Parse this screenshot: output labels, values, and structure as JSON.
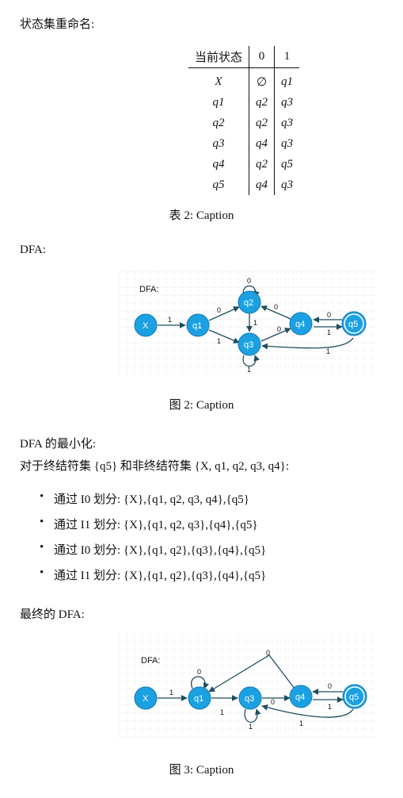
{
  "sections": {
    "rename_heading": "状态集重命名:",
    "dfa_heading": "DFA:",
    "min_heading": "DFA 的最小化:",
    "min_intro": "对于终结符集 {q5} 和非终结符集 {X, q1, q2, q3, q4}:",
    "final_heading": "最终的 DFA:"
  },
  "table": {
    "headers": [
      "当前状态",
      "0",
      "1"
    ],
    "rows": [
      [
        "X",
        "∅",
        "q1"
      ],
      [
        "q1",
        "q2",
        "q3"
      ],
      [
        "q2",
        "q2",
        "q3"
      ],
      [
        "q3",
        "q4",
        "q3"
      ],
      [
        "q4",
        "q2",
        "q5"
      ],
      [
        "q5",
        "q4",
        "q3"
      ]
    ],
    "caption": "表 2: Caption"
  },
  "figure2": {
    "label": "DFA:",
    "caption": "图 2: Caption",
    "nodes": [
      "X",
      "q1",
      "q2",
      "q3",
      "q4",
      "q5"
    ],
    "edge_labels": {
      "x_q1": "1",
      "q1_q2": "0",
      "q1_q3": "1",
      "q2_loop": "0",
      "q2_q3": "1",
      "q3_loop": "1",
      "q3_q4": "0",
      "q4_q2": "0",
      "q4_q5": "1",
      "q5_q4": "0",
      "q5_q3": "1"
    }
  },
  "partitions": [
    "通过 I0 划分: {X},{q1, q2, q3, q4},{q5}",
    "通过 I1 划分: {X},{q1, q2, q3},{q4},{q5}",
    "通过 I0 划分: {X},{q1, q2},{q3},{q4},{q5}",
    "通过 I1 划分: {X},{q1, q2},{q3},{q4},{q5}"
  ],
  "figure3": {
    "label": "DFA:",
    "caption": "图 3: Caption",
    "nodes": [
      "X",
      "q1",
      "q3",
      "q4",
      "q5"
    ],
    "edge_labels": {
      "x_q1": "1",
      "q1_loop": "0",
      "q1_q3": "1",
      "q3_loop": "1",
      "q3_q4": "0",
      "q4_q1": "0",
      "q4_q5": "1",
      "q5_q4": "0",
      "q5_q3": "1"
    }
  }
}
